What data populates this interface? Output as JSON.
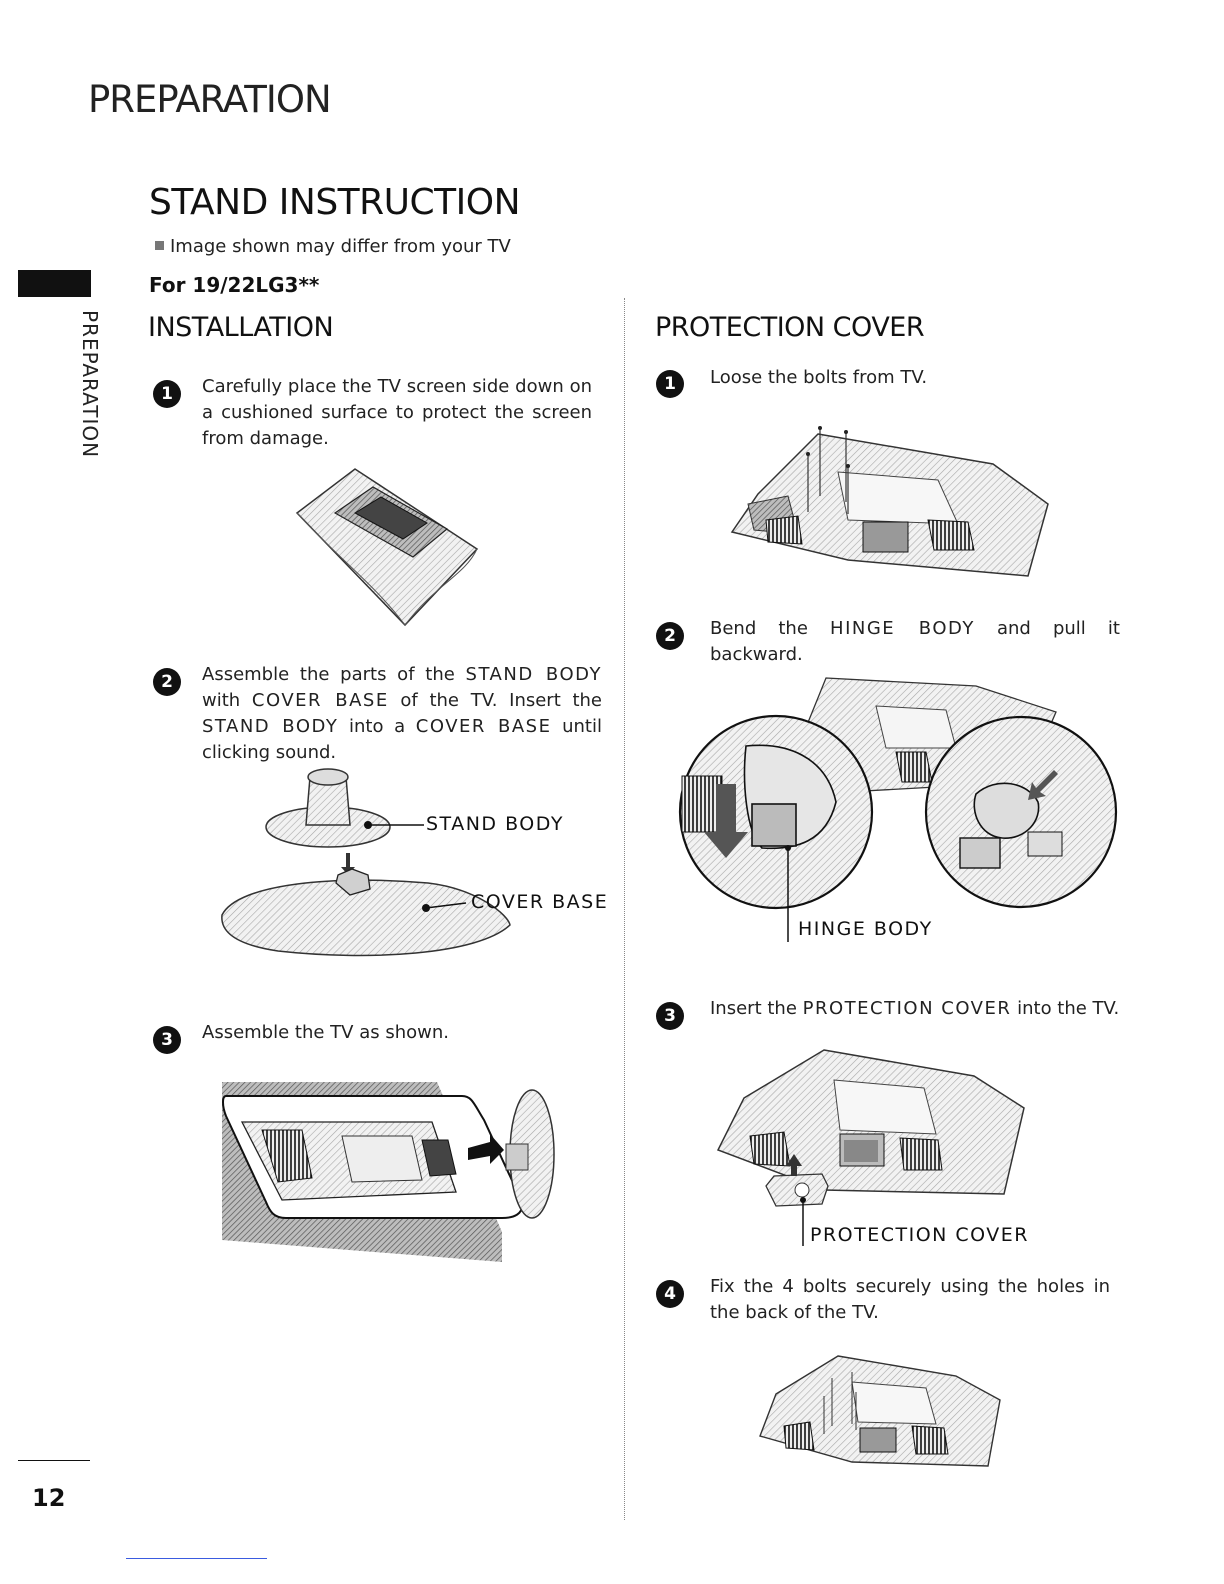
{
  "header": {
    "section": "PREPARATION"
  },
  "side_tab": {
    "label": "PREPARATION"
  },
  "page_number": "12",
  "title": "STAND INSTRUCTION",
  "note": "Image shown may differ from your TV",
  "model": "For 19/22LG3**",
  "installation": {
    "heading": "INSTALLATION",
    "steps": [
      {
        "number": "1",
        "text": "Carefully place the TV screen side down on a cushioned surface to protect the screen from damage."
      },
      {
        "number": "2",
        "p1": "Assemble the parts of the ",
        "k1": "STAND BODY",
        "p2": " with ",
        "k2": "COVER BASE",
        "p3": " of the TV. Insert the ",
        "k3": "STAND BODY",
        "p4": " into a ",
        "k4": "COVER BASE",
        "p5": " until clicking sound.",
        "callouts": {
          "stand_body": "STAND BODY",
          "cover_base": "COVER BASE"
        }
      },
      {
        "number": "3",
        "text": "Assemble the TV as shown."
      }
    ]
  },
  "protection": {
    "heading": "PROTECTION COVER",
    "steps": [
      {
        "number": "1",
        "text": "Loose the bolts from TV."
      },
      {
        "number": "2",
        "p1": "Bend the ",
        "k1": "HINGE BODY",
        "p2": " and pull it backward.",
        "callout": "HINGE BODY"
      },
      {
        "number": "3",
        "p1": "Insert the ",
        "k1": "PROTECTION COVER",
        "p2": " into the TV.",
        "callout": "PROTECTION COVER"
      },
      {
        "number": "4",
        "text": "Fix the 4 bolts securely using the holes in the back of the TV."
      }
    ]
  }
}
